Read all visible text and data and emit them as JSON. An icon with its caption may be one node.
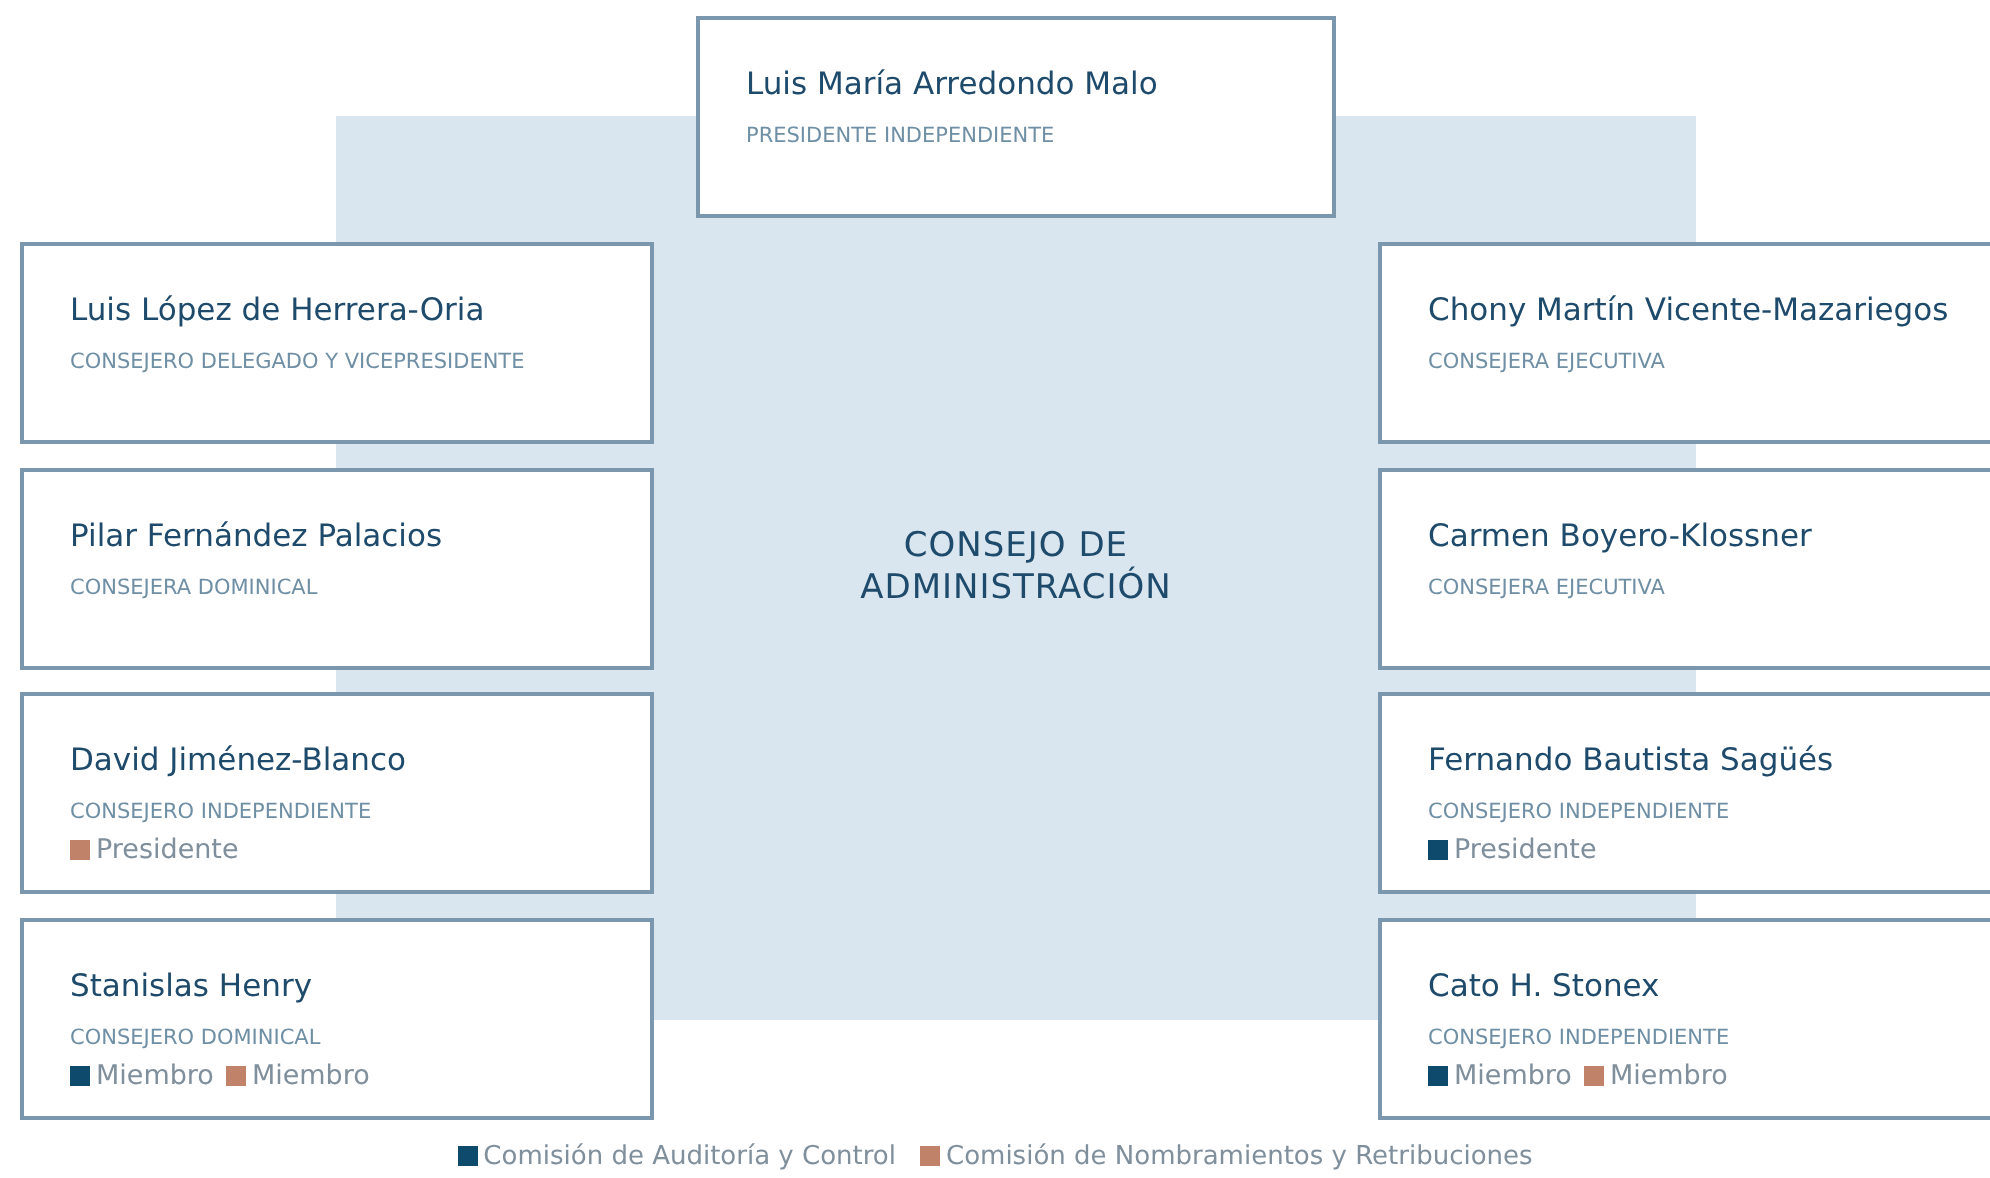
{
  "diagram": {
    "nodes": [
      {
        "text": [
          "Luis María Arredondo Malo",
          "PRESIDENTE INDEPENDIENTE"
        ]
      },
      {
        "text": [
          "Luis López de Herrera-Oria",
          "CONSEJERO DELEGADO Y VICEPRESIDENTE"
        ]
      },
      {
        "text": [
          "Chony Martín Vicente-Mazariegos",
          "CONSEJERA EJECUTIVA"
        ]
      },
      {
        "text": [
          "Pilar Fernández Palacios",
          "CONSEJERA DOMINICAL"
        ]
      },
      {
        "text": [
          "CONSEJO DE ADMINISTRACIÓN"
        ]
      },
      {
        "text": [
          "Carmen Boyero-Klossner",
          "CONSEJERA EJECUTIVA"
        ]
      },
      {
        "text": [
          "David Jiménez-Blanco",
          "CONSEJERO INDEPENDIENTE",
          "Presidente"
        ]
      },
      {
        "text": [
          "Fernando Bautista Sagüés",
          "CONSEJERO INDEPENDIENTE",
          "Presidente"
        ]
      },
      {
        "text": [
          "Stanislas Henry",
          "CONSEJERO DOMINICAL",
          "Miembro",
          "Miembro"
        ]
      },
      {
        "text": [
          "Cato H. Stonex",
          "CONSEJERO INDEPENDIENTE",
          "Miembro",
          "Miembro"
        ]
      }
    ],
    "legend": [
      {
        "text": "Comisión de Auditoría y Control",
        "color": "#0d4a6b"
      },
      {
        "text": "Comisión de Nombramientos y Retribuciones",
        "color": "#c0836a"
      }
    ]
  }
}
